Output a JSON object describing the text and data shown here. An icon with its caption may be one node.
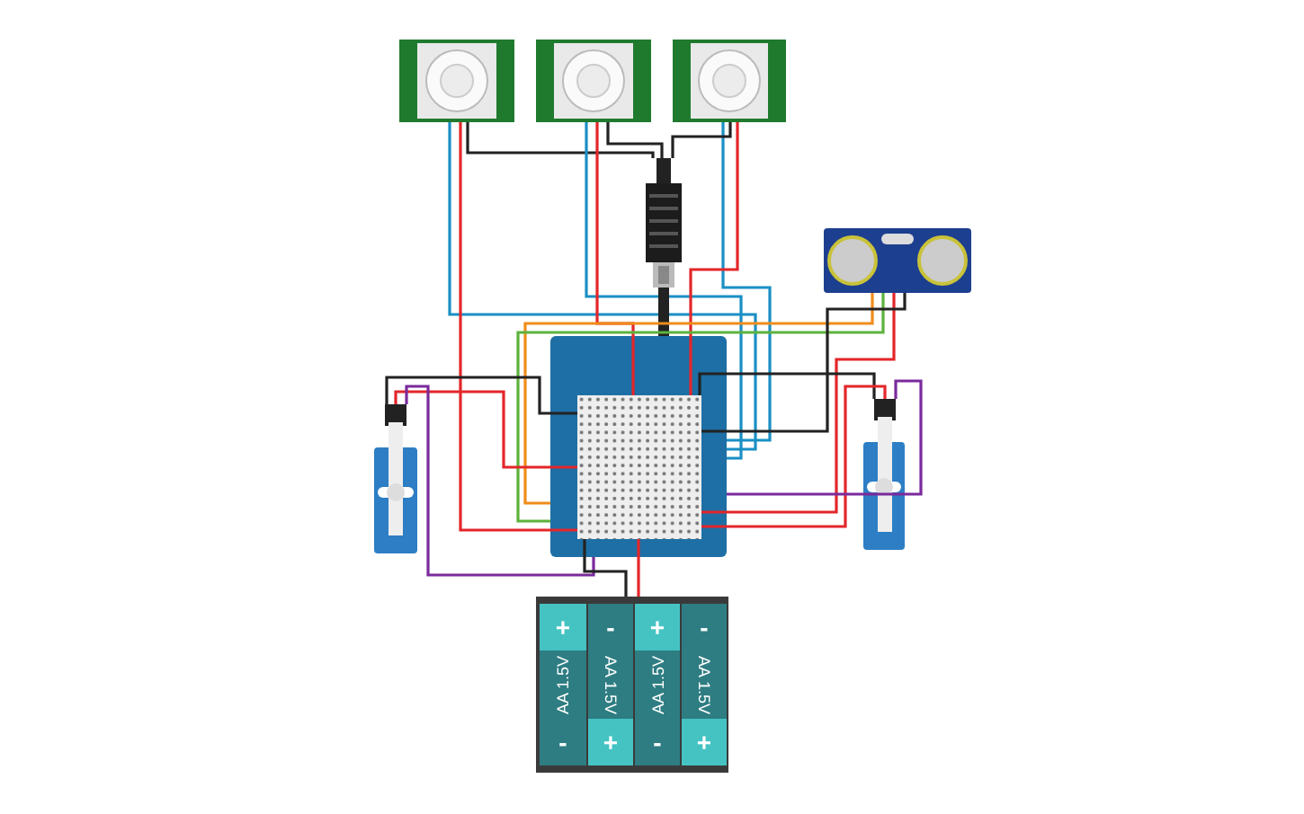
{
  "diagram": {
    "nodes": [
      {
        "text": [],
        "shape": "picture"
      },
      {
        "text": [],
        "shape": "picture"
      },
      {
        "text": [],
        "shape": "picture"
      },
      {
        "text": [],
        "shape": "picture"
      },
      {
        "text": [],
        "shape": "picture"
      },
      {
        "text": [],
        "shape": "picture"
      },
      {
        "text": [],
        "shape": "picture",
        "in": 5
      },
      {
        "text": [],
        "shape": "picture"
      },
      {
        "text": [],
        "shape": "picture"
      },
      {
        "text": [],
        "shape": "picture"
      },
      {
        "text": [
          "+",
          "AA 1.5V",
          "-"
        ],
        "in": 9
      },
      {
        "text": [
          "-",
          "AA 1.5V",
          "+"
        ],
        "in": 9
      },
      {
        "text": [
          "+",
          "AA 1.5V",
          "-"
        ],
        "in": 9
      },
      {
        "text": [
          "-",
          "AA 1.5V",
          "+"
        ],
        "in": 9
      }
    ],
    "edges": [
      {
        "from": 0,
        "to": 5,
        "arrow": "none",
        "color": "#1a8fc4"
      },
      {
        "from": 0,
        "to": 6,
        "arrow": "none",
        "color": "#e3262a"
      },
      {
        "from": 0,
        "to": 3,
        "arrow": "none",
        "color": "#222222"
      },
      {
        "from": 1,
        "to": 5,
        "arrow": "none",
        "color": "#1a8fc4"
      },
      {
        "from": 1,
        "to": 6,
        "arrow": "none",
        "color": "#e3262a"
      },
      {
        "from": 1,
        "to": 3,
        "arrow": "none",
        "color": "#222222"
      },
      {
        "from": 2,
        "to": 5,
        "arrow": "none",
        "color": "#1a8fc4"
      },
      {
        "from": 2,
        "to": 6,
        "arrow": "none",
        "color": "#e3262a"
      },
      {
        "from": 2,
        "to": 3,
        "arrow": "none",
        "color": "#222222"
      },
      {
        "from": 3,
        "to": 5,
        "arrow": "none",
        "style": "thick",
        "color": "#222222"
      },
      {
        "from": 4,
        "to": 5,
        "arrow": "none",
        "color": "#f08c1a"
      },
      {
        "from": 4,
        "to": 5,
        "arrow": "none",
        "color": "#5cb33c"
      },
      {
        "from": 4,
        "to": 6,
        "arrow": "none",
        "color": "#e3262a"
      },
      {
        "from": 4,
        "to": 6,
        "arrow": "none",
        "color": "#222222"
      },
      {
        "from": 7,
        "to": 6,
        "arrow": "none",
        "color": "#222222"
      },
      {
        "from": 7,
        "to": 6,
        "arrow": "none",
        "color": "#e3262a"
      },
      {
        "from": 7,
        "to": 5,
        "arrow": "none",
        "color": "#7b2a9c"
      },
      {
        "from": 8,
        "to": 6,
        "arrow": "none",
        "color": "#222222"
      },
      {
        "from": 8,
        "to": 6,
        "arrow": "none",
        "color": "#e3262a"
      },
      {
        "from": 8,
        "to": 5,
        "arrow": "none",
        "color": "#7b2a9c"
      },
      {
        "from": 9,
        "to": 6,
        "arrow": "none",
        "color": "#e3262a"
      },
      {
        "from": 9,
        "to": 6,
        "arrow": "none",
        "color": "#222222"
      }
    ]
  }
}
